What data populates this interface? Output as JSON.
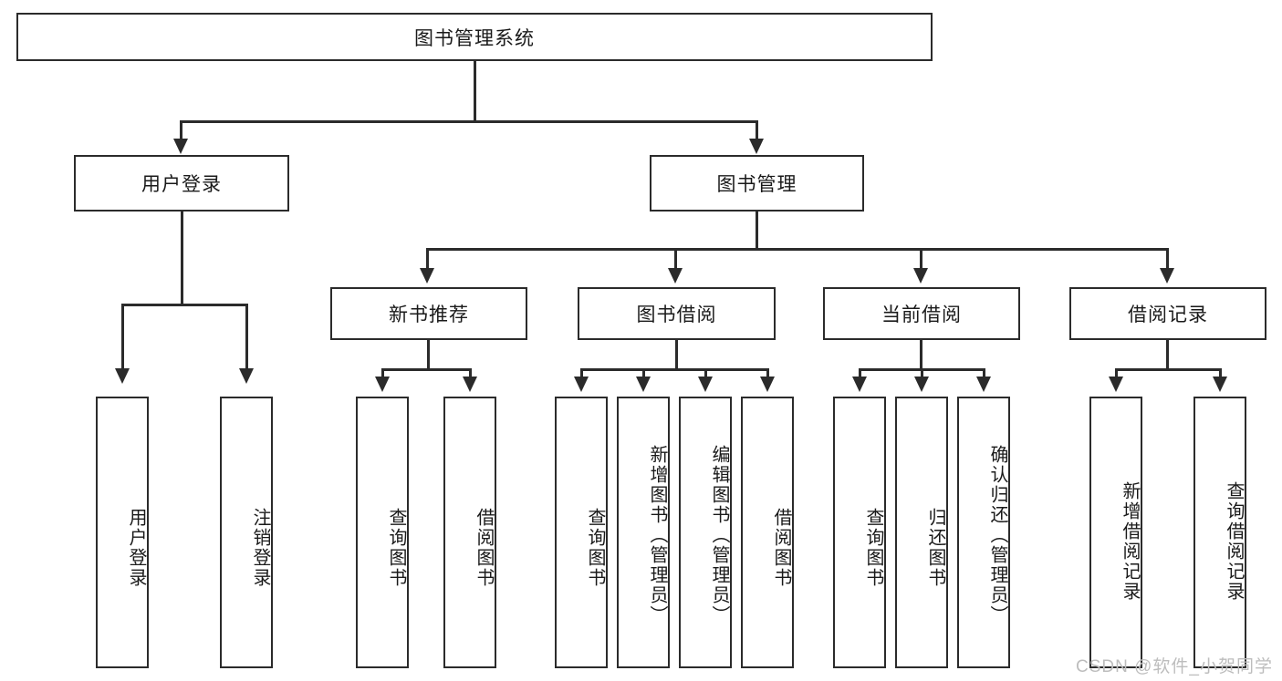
{
  "diagram": {
    "type": "tree-hierarchy-diagram",
    "title": "图书管理系统",
    "root": {
      "label": "图书管理系统"
    },
    "level2": [
      {
        "id": "user-login",
        "label": "用户登录"
      },
      {
        "id": "book-management",
        "label": "图书管理"
      }
    ],
    "level3": [
      {
        "id": "new-book-recommend",
        "label": "新书推荐",
        "parent": "book-management"
      },
      {
        "id": "book-borrow",
        "label": "图书借阅",
        "parent": "book-management"
      },
      {
        "id": "current-borrow",
        "label": "当前借阅",
        "parent": "book-management"
      },
      {
        "id": "borrow-record",
        "label": "借阅记录",
        "parent": "book-management"
      }
    ],
    "leaves": [
      {
        "id": "leaf-user-login",
        "label": "用户登录",
        "parent": "user-login"
      },
      {
        "id": "leaf-logout-login",
        "label": "注销登录",
        "parent": "user-login"
      },
      {
        "id": "leaf-query-book-1",
        "label": "查询图书",
        "parent": "new-book-recommend"
      },
      {
        "id": "leaf-borrow-book-1",
        "label": "借阅图书",
        "parent": "new-book-recommend"
      },
      {
        "id": "leaf-query-book-2",
        "label": "查询图书",
        "parent": "book-borrow"
      },
      {
        "id": "leaf-add-book-admin",
        "label": "新增图书（管理员）",
        "parent": "book-borrow"
      },
      {
        "id": "leaf-edit-book-admin",
        "label": "编辑图书（管理员）",
        "parent": "book-borrow"
      },
      {
        "id": "leaf-borrow-book-2",
        "label": "借阅图书",
        "parent": "book-borrow"
      },
      {
        "id": "leaf-query-book-3",
        "label": "查询图书",
        "parent": "current-borrow"
      },
      {
        "id": "leaf-return-book",
        "label": "归还图书",
        "parent": "current-borrow"
      },
      {
        "id": "leaf-confirm-return-admin",
        "label": "确认归还（管理员）",
        "parent": "current-borrow"
      },
      {
        "id": "leaf-add-borrow-record",
        "label": "新增借阅记录",
        "parent": "borrow-record"
      },
      {
        "id": "leaf-query-borrow-record",
        "label": "查询借阅记录",
        "parent": "borrow-record"
      }
    ],
    "watermark": "CSDN @软件_小贺同学",
    "colors": {
      "stroke": "#2b2b2b",
      "fill": "#ffffff",
      "text": "#1a1a1a",
      "watermark": "#bdbdbd"
    }
  }
}
